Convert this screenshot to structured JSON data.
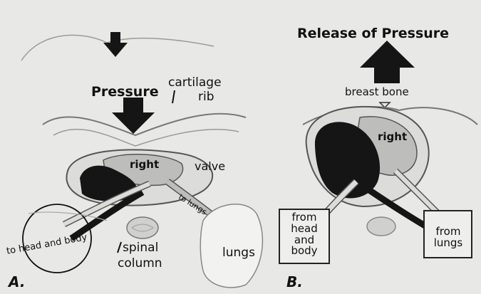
{
  "panel_a": {
    "marker": "A.",
    "pressure": "Pressure",
    "cartilage": "cartilage",
    "rib": "rib",
    "right": "right",
    "valve": "valve",
    "to_lungs": "to lungs",
    "to_head_and_body": "to head and body",
    "spinal": "spinal",
    "column": "column",
    "lungs": "lungs"
  },
  "panel_b": {
    "marker": "B.",
    "release_of_pressure": "Release of Pressure",
    "breast_bone": "breast bone",
    "right": "right",
    "from_head_1": "from",
    "from_head_2": "head",
    "from_head_3": "and",
    "from_head_4": "body",
    "from_lungs_1": "from",
    "from_lungs_2": "lungs"
  },
  "colors": {
    "background": "#e8e8e6",
    "ink": "#111111",
    "heart_dark": "#151515",
    "heart_light": "#bdbdbb",
    "outline": "#555555"
  }
}
